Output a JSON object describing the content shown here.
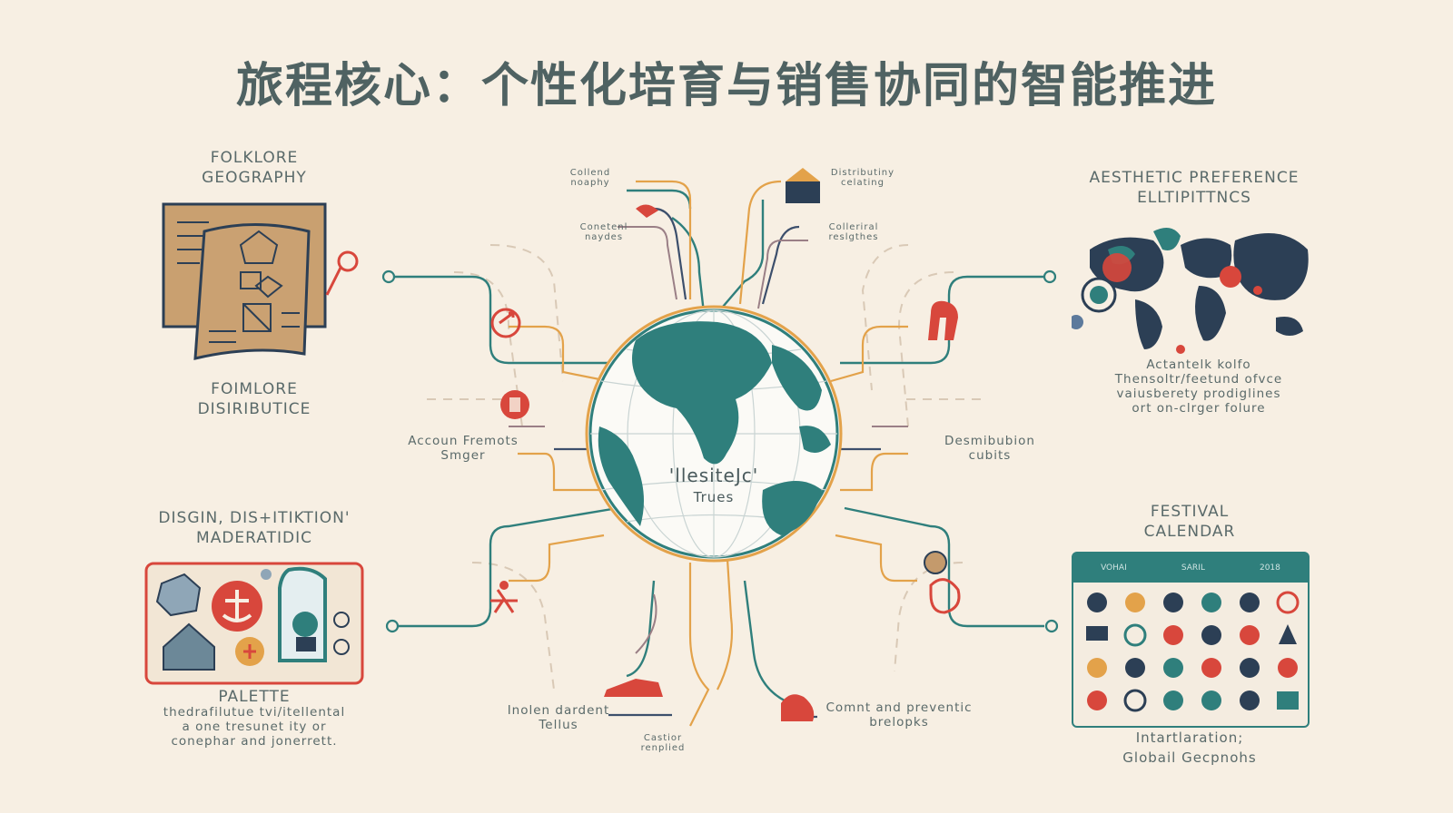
{
  "title": "旅程核心：个性化培育与销售协同的智能推进",
  "colors": {
    "teal": "#2f7f7c",
    "navy": "#2c3f55",
    "orange": "#e3a24a",
    "red": "#d8473c",
    "bg": "#f7efe3",
    "tan": "#c49a6c"
  },
  "left": {
    "folklore_geo": [
      "FOLKLORE",
      "GEOGRAPHY"
    ],
    "folklore_dist": [
      "FOIMLORE",
      "DISIRIBUTICE"
    ],
    "design": [
      "DISGIN, DIS+ITIKTION'",
      "MADERATIDIC"
    ],
    "palette": "PALETTE",
    "palette_desc": [
      "thedrafilutue tvi/itellental",
      "a one tresunet ity or",
      "conephar and jonerrett."
    ]
  },
  "right": {
    "aesthetic": [
      "AESTHETIC PREFERENCE",
      "ELLTIPITTNCS"
    ],
    "aesthetic_desc": [
      "Actantelk kolfo",
      "Thensoltr/feetund ofvce",
      "vaiusberety prodiglines",
      "ort on-clrger folure"
    ],
    "festival": [
      "FESTIVAL",
      "CALENDAR"
    ],
    "cal_headers": [
      "VOHAI",
      "SARIL",
      "2018"
    ],
    "intl": [
      "Intartlaration;",
      "Globail Gecpnohs"
    ]
  },
  "center": {
    "globe_text": [
      "'llesiteJc'",
      "Trues"
    ]
  },
  "nodes": {
    "top_left": [
      "Collend",
      "noaphy"
    ],
    "top_left2": [
      "Conetenl",
      "naydes"
    ],
    "top_right": [
      "Distributiny",
      "celating"
    ],
    "top_right2": [
      "Colleriral",
      "reslgthes"
    ],
    "mid_left": [
      "Accoun Fremots",
      "Smger"
    ],
    "mid_right": [
      "Desmibubion",
      "cubits"
    ],
    "bot_left": [
      "Inolen dardent",
      "Tellus"
    ],
    "bot_center": [
      "Castior",
      "renplied"
    ],
    "bot_right": [
      "Comnt and preventic",
      "brelopks"
    ]
  }
}
